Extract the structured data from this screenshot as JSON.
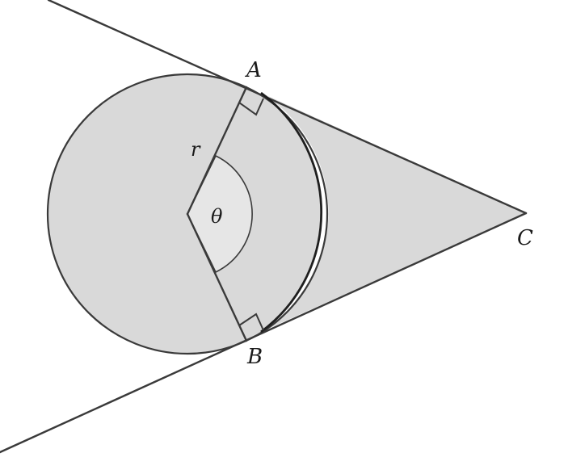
{
  "diagram": {
    "labels": {
      "point_a": "A",
      "point_b": "B",
      "point_c": "C",
      "radius": "r",
      "angle": "θ"
    },
    "colors": {
      "shaded_region": "#d9d9d9",
      "angle_sector": "#e6e6e6",
      "stroke": "#3a3a3a",
      "background": "#ffffff"
    }
  }
}
